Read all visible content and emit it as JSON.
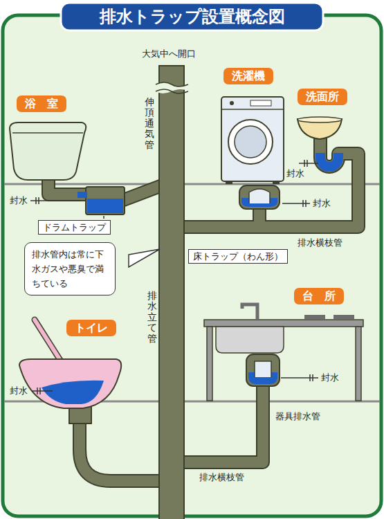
{
  "diagram": {
    "title": "排水トラップ設置概念図",
    "nodes": [
      {
        "text": [
          "洗濯機"
        ]
      },
      {
        "text": [
          "洗面所"
        ]
      },
      {
        "text": [
          "浴　室"
        ]
      },
      {
        "text": [
          "ドラムトラップ"
        ]
      },
      {
        "text": [
          "床トラップ（わん形）"
        ]
      },
      {
        "text": [
          "排水管内は常に下水ガスや悪臭で満ちている"
        ]
      },
      {
        "text": [
          "台　所"
        ]
      },
      {
        "text": [
          "トイレ"
        ]
      }
    ],
    "labels": [
      "大気中へ開口",
      "伸頂通気管",
      "封水",
      "封水",
      "封水",
      "排水横枝管",
      "排水立て管",
      "封水",
      "封水",
      "器具排水管",
      "排水横枝管"
    ]
  }
}
